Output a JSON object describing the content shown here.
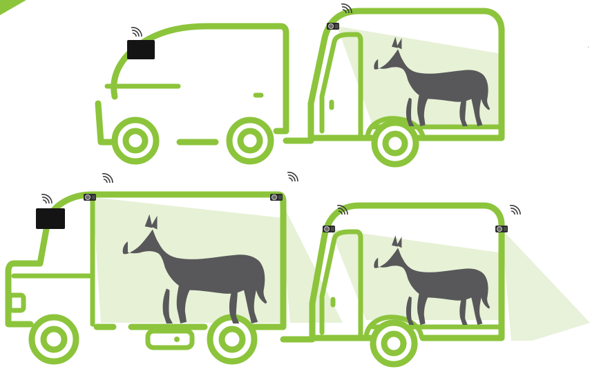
{
  "colors": {
    "green": "#8cc43c",
    "light_green": "#e4efd2",
    "horse": "#58585a",
    "device": "#141414",
    "background": "#ffffff"
  },
  "scenes": [
    {
      "name": "van-with-trailer",
      "vehicle": "van",
      "devices": [
        "monitor-with-wifi-icon"
      ],
      "trailer": {
        "cameras": 1,
        "horses": 1
      }
    },
    {
      "name": "horsebox-with-trailer",
      "vehicle": "horsebox-truck",
      "devices": [
        "monitor-with-wifi-icon"
      ],
      "truck": {
        "cameras": 2,
        "horses": 1
      },
      "trailer": {
        "cameras": 2,
        "horses": 1
      }
    }
  ],
  "icons": [
    "monitor-icon",
    "camera-icon",
    "wifi-icon",
    "horse-silhouette"
  ]
}
